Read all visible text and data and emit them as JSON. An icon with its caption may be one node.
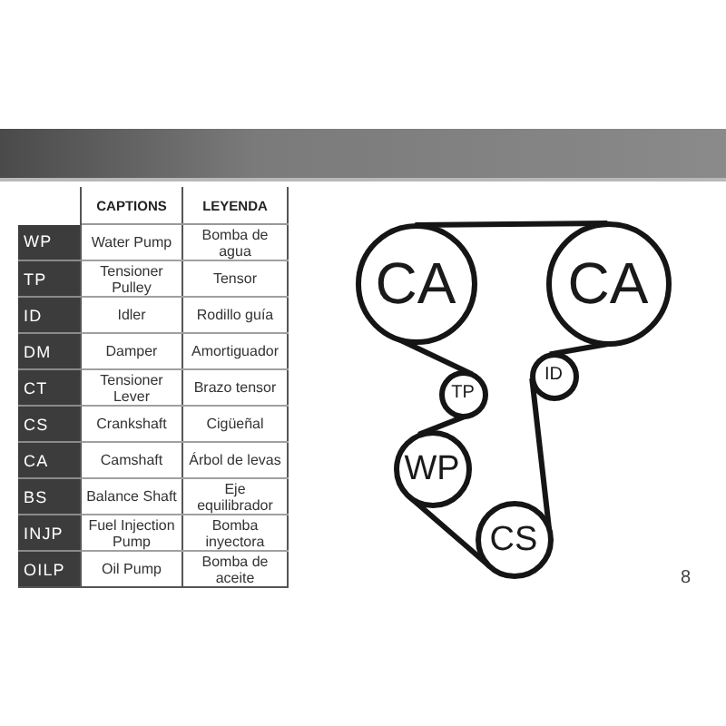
{
  "diagram": {
    "nodes": [
      {
        "text": [
          "CA"
        ]
      },
      {
        "text": [
          "CA"
        ]
      },
      {
        "text": [
          "TP"
        ]
      },
      {
        "text": [
          "ID"
        ]
      },
      {
        "text": [
          "WP"
        ]
      },
      {
        "text": [
          "CS"
        ]
      }
    ],
    "edges": [
      {
        "from": 0,
        "to": 1,
        "arrow": "none"
      },
      {
        "from": 1,
        "to": 3,
        "arrow": "none"
      },
      {
        "from": 3,
        "to": 5,
        "arrow": "none"
      },
      {
        "from": 5,
        "to": 4,
        "arrow": "none"
      },
      {
        "from": 4,
        "to": 2,
        "arrow": "none"
      },
      {
        "from": 2,
        "to": 0,
        "arrow": "none"
      }
    ],
    "labels": [
      "CAPTIONS",
      "LEYENDA",
      "WP",
      "Water Pump",
      "Bomba de agua",
      "TP",
      "Tensioner Pulley",
      "Tensor",
      "ID",
      "Idler",
      "Rodillo guía",
      "DM",
      "Damper",
      "Amortiguador",
      "CT",
      "Tensioner Lever",
      "Brazo tensor",
      "CS",
      "Crankshaft",
      "Cigüeñal",
      "CA",
      "Camshaft",
      "Árbol de levas",
      "BS",
      "Balance Shaft",
      "Eje equilibrador",
      "INJP",
      "Fuel Injection Pump",
      "Bomba inyectora",
      "OILP",
      "Oil Pump",
      "Bomba de aceite",
      "8"
    ]
  }
}
